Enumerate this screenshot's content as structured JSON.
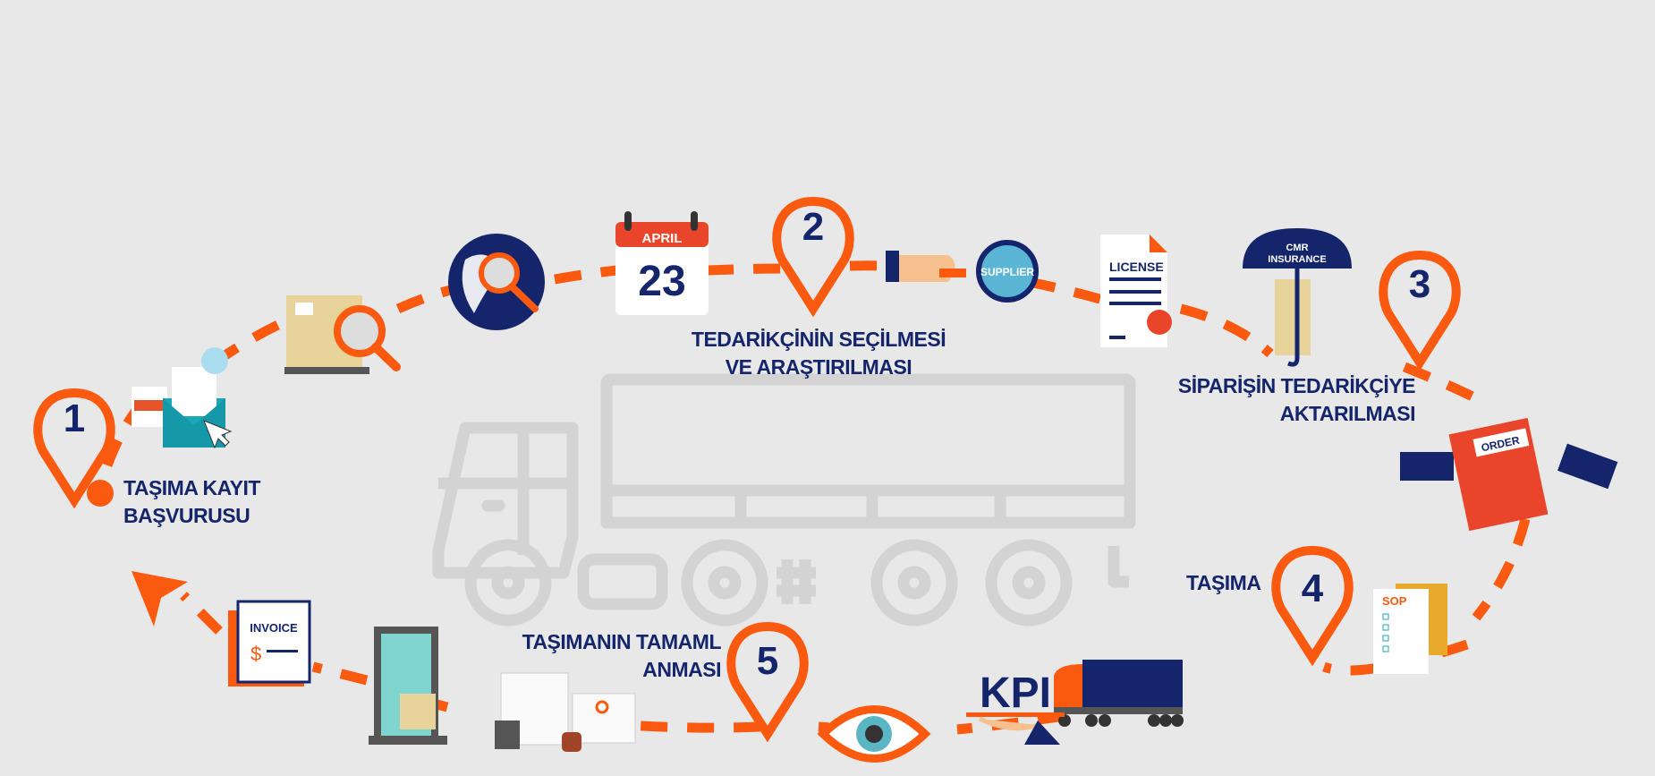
{
  "steps": [
    {
      "number": "1",
      "title_line1": "TAŞIMA KAYIT",
      "title_line2": "BAŞVURUSU"
    },
    {
      "number": "2",
      "title_line1": "TEDARİKÇİNİN SEÇİLMESİ",
      "title_line2": "VE ARAŞTIRILMASI"
    },
    {
      "number": "3",
      "title_line1": "SİPARİŞİN TEDARİKÇİYE",
      "title_line2": "AKTARILMASI"
    },
    {
      "number": "4",
      "title_line1": "TAŞIMA"
    },
    {
      "number": "5",
      "title_line1": "TAŞIMANIN TAMAML",
      "title_line2": "ANMASI"
    }
  ],
  "icons": {
    "calendar_month": "APRIL",
    "calendar_day": "23",
    "supplier": "SUPPLIER",
    "license": "LICENSE",
    "umbrella_line1": "CMR",
    "umbrella_line2": "INSURANCE",
    "order": "ORDER",
    "sop": "SOP",
    "kpi": "KPI",
    "invoice": "INVOICE",
    "invoice_currency": "$"
  },
  "colors": {
    "accent": "#fa5a0f",
    "navy": "#14256b",
    "background": "#e8e8e8",
    "watermark": "#d3d3d3"
  }
}
